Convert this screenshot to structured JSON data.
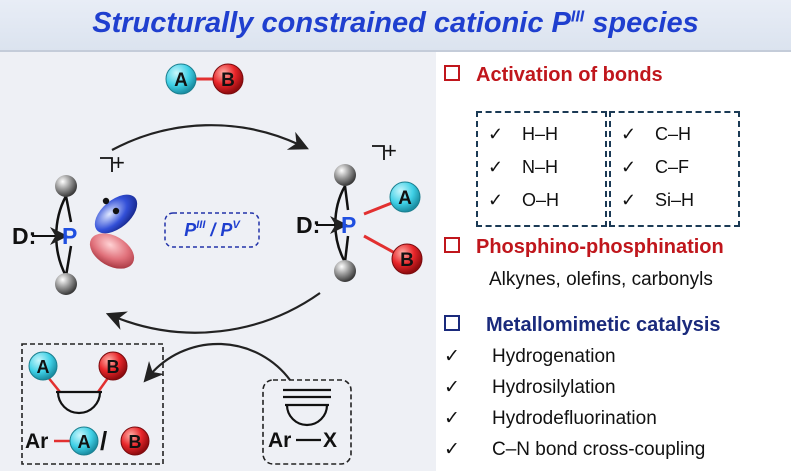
{
  "title": {
    "main": "Structurally constrained cationic P",
    "sup": "III",
    "tail": " species"
  },
  "diagram": {
    "atom_a": "A",
    "atom_b": "B",
    "donor": "D:",
    "phosphorus": "P",
    "charge": "+",
    "redox_p": "P",
    "redox_sup_left": "III",
    "redox_slash": " / ",
    "redox_sup_right": "V",
    "aryl": "Ar",
    "halide": "X",
    "slash": "/"
  },
  "sections": {
    "activation": {
      "title": "Activation of bonds",
      "left_bonds": [
        "H–H",
        "N–H",
        "O–H"
      ],
      "right_bonds": [
        "C–H",
        "C–F",
        "Si–H"
      ],
      "check": "✓"
    },
    "phosphino": {
      "title": "Phosphino-phosphination",
      "subtitle": "Alkynes, olefins, carbonyls"
    },
    "catalysis": {
      "title": "Metallomimetic catalysis",
      "items": [
        "Hydrogenation",
        "Hydrosilylation",
        "Hydrodefluorination",
        "C–N bond cross-coupling"
      ],
      "check": "✓"
    }
  },
  "colors": {
    "title": "#1f3fcf",
    "red_heading": "#c0161c",
    "navy_heading": "#1a2a7c",
    "atom_a": "#3fd0e6",
    "atom_b": "#e8262a",
    "phosphorus": "#1f4fe0"
  }
}
